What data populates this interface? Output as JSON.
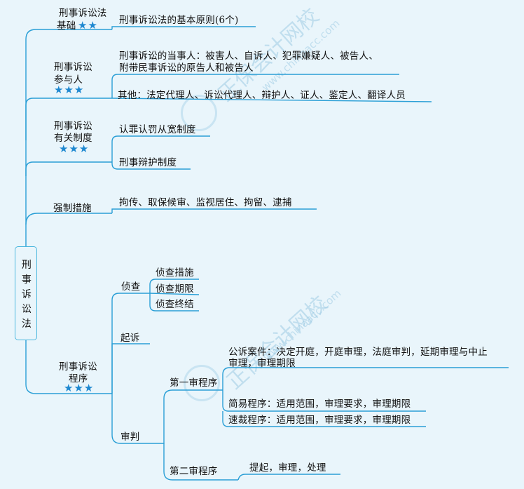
{
  "root": {
    "label": "刑事诉讼法"
  },
  "branches": {
    "basis": {
      "label_line1": "刑事诉讼法",
      "label_line2": "基础",
      "stars": "★★",
      "item": "刑事诉讼法的基本原则(6个)"
    },
    "participants": {
      "label_line1": "刑事诉讼",
      "label_line2": "参与人",
      "stars": "★★★",
      "party_line1": "刑事诉讼的当事人：被害人、自诉人、犯罪嫌疑人、被告人、",
      "party_line2": "附带民事诉讼的原告人和被告人",
      "others": "其他：法定代理人、诉讼代理人、辩护人、证人、鉴定人、翻译人员"
    },
    "systems": {
      "label_line1": "刑事诉讼",
      "label_line2": "有关制度",
      "stars": "★★★",
      "item1": "认罪认罚从宽制度",
      "item2": "刑事辩护制度"
    },
    "measures": {
      "label": "强制措施",
      "item": "拘传、取保候审、监视居住、拘留、逮捕"
    },
    "procedure": {
      "label_line1": "刑事诉讼",
      "label_line2": "程序",
      "stars": "★★★",
      "investigation": {
        "label": "侦查",
        "items": [
          "侦查措施",
          "侦查期限",
          "侦查终结"
        ]
      },
      "prosecution": {
        "label": "起诉"
      },
      "trial": {
        "label": "审判",
        "first": {
          "label": "第一审程序",
          "public_line1": "公诉案件：决定开庭，开庭审理，法庭审判，延期审理与中止",
          "public_line2": "审理，审理期限",
          "simplified": "简易程序：适用范围，审理要求，审理期限",
          "fast": "速裁程序：适用范围，审理要求，审理期限"
        },
        "second": {
          "label": "第二审程序",
          "item": "提起，审理，处理"
        }
      }
    }
  },
  "watermark": {
    "text_cn": "正保会计网校",
    "text_url": "www.chinaacc.com"
  },
  "colors": {
    "line": "#2a9fd6",
    "star": "#1e88d0",
    "background": "#e9f5fb"
  }
}
